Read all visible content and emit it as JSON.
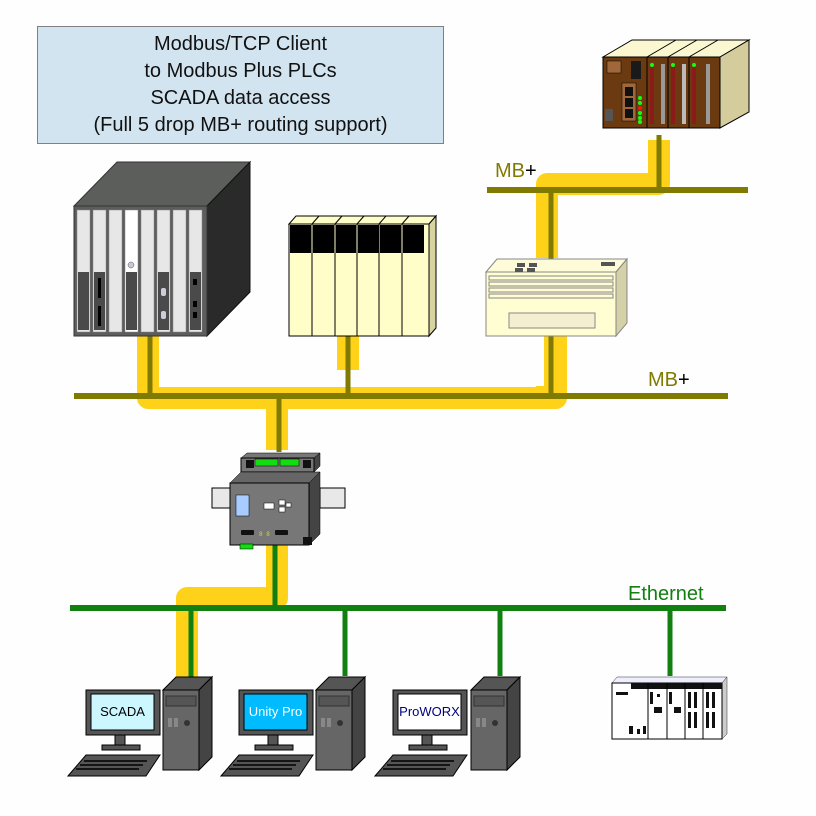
{
  "title_box": {
    "lines": [
      "Modbus/TCP Client",
      "to Modbus Plus PLCs",
      "SCADA data access",
      "(Full 5 drop MB+ routing support)"
    ]
  },
  "networks": {
    "mbplus_upper": {
      "label": "MB",
      "plus": "+"
    },
    "mbplus_lower": {
      "label": "MB",
      "plus": "+"
    },
    "ethernet": {
      "label": "Ethernet"
    }
  },
  "devices": {
    "plc_top_right": {
      "type": "brown-modular-plc"
    },
    "plc_large_rack": {
      "type": "dark-grey-rack-plc"
    },
    "plc_cream_rack": {
      "type": "cream-6-slot-plc"
    },
    "bridge_cream": {
      "type": "cream-mb-bridge"
    },
    "gateway": {
      "type": "din-rail-gateway"
    },
    "plc_ethernet": {
      "type": "white-modular-plc"
    }
  },
  "workstations": [
    {
      "screen_label": "SCADA",
      "screen_color": "#ccf7ff",
      "text_color": "#000000"
    },
    {
      "screen_label": "Unity Pro",
      "screen_color": "#00bbff",
      "text_color": "#ffffff"
    },
    {
      "screen_label": "ProWORX",
      "screen_color": "#ffffff",
      "text_color": "#000080"
    }
  ],
  "colors": {
    "mbplus_line": "#807a00",
    "ethernet_line": "#118011",
    "route_highlight": "#ffd21a"
  }
}
